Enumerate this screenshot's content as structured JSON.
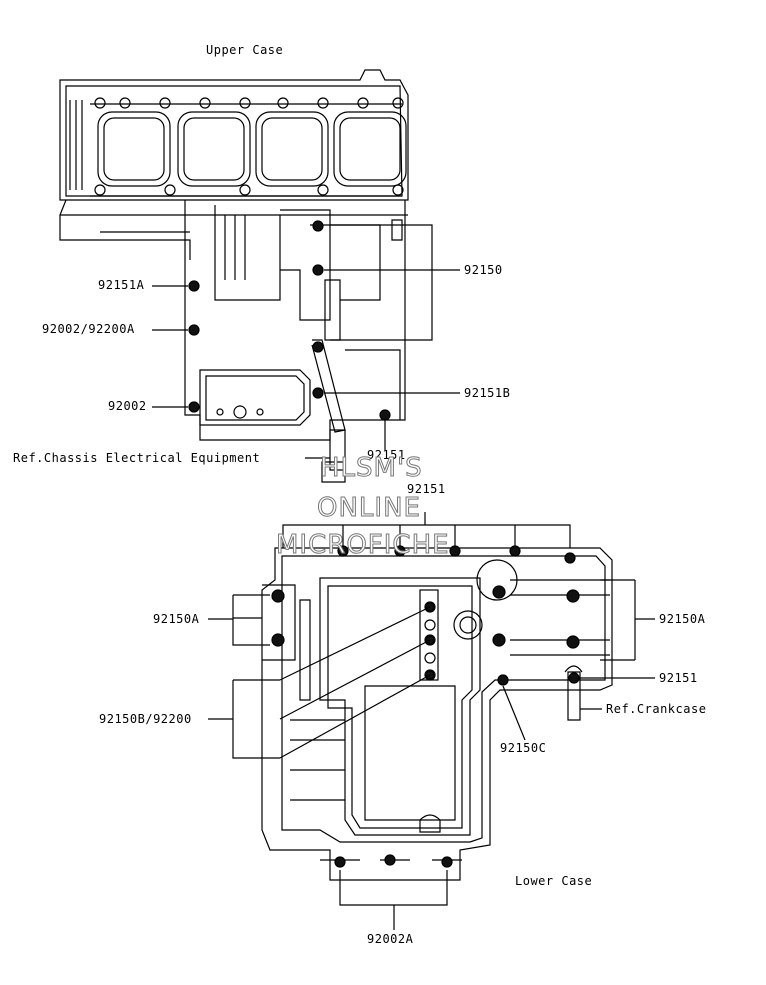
{
  "titles": {
    "upper_case": "Upper Case",
    "lower_case": "Lower Case"
  },
  "labels": {
    "u_92151A": "92151A",
    "u_92002_92200A": "92002/92200A",
    "u_92002": "92002",
    "u_92150": "92150",
    "u_92151B": "92151B",
    "u_92151_a": "92151",
    "ref_chassis": "Ref.Chassis Electrical Equipment",
    "l_92151_top": "92151",
    "l_92150A_left": "92150A",
    "l_92150A_right": "92150A",
    "l_92150B_92200": "92150B/92200",
    "l_92151_right": "92151",
    "ref_crankcase": "Ref.Crankcase",
    "l_92150C": "92150C",
    "l_92002A": "92002A"
  },
  "watermark": {
    "line1": "HLSM'S",
    "line2": "ONLINE",
    "line3": "MICROFICHE"
  },
  "colors": {
    "line": "#000000",
    "fill": "#ffffff",
    "hole": "#111111",
    "watermark_stroke": "#777777"
  }
}
